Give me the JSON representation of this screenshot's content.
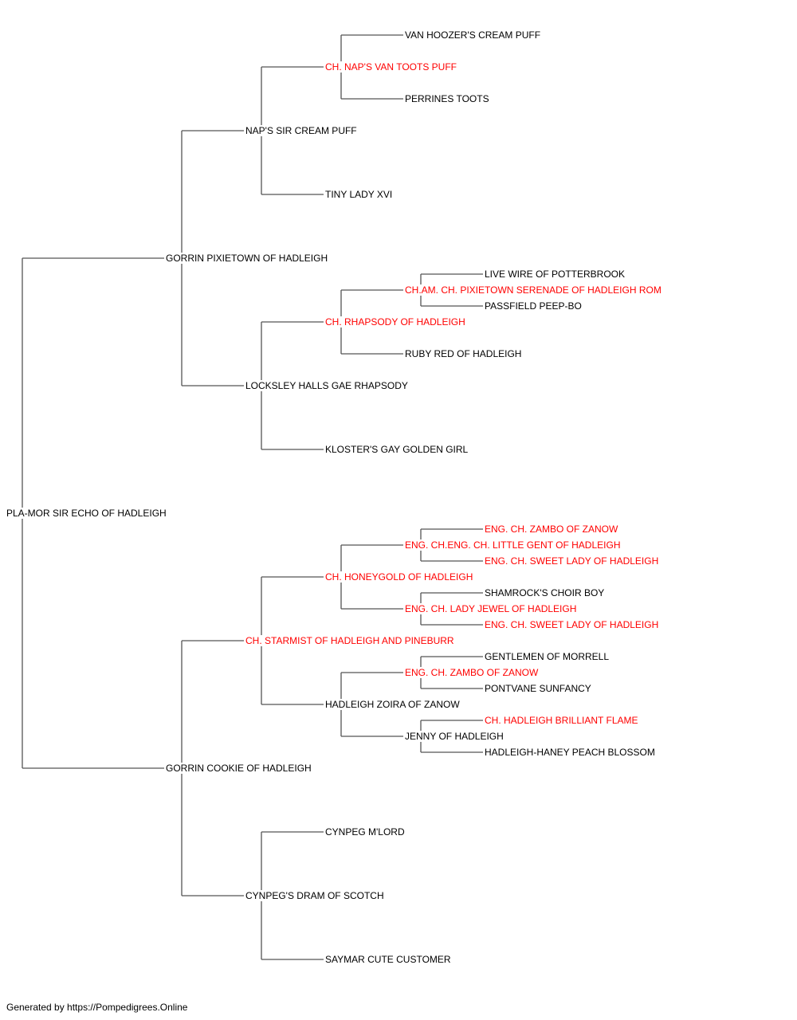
{
  "colors": {
    "line": "#555555",
    "text": "#000000",
    "champion": "#ff0000"
  },
  "footer": "Generated by https://Pompedigrees.Online",
  "pedigree": {
    "name": "PLA-MOR SIR ECHO OF HADLEIGH",
    "sire": {
      "name": "GORRIN PIXIETOWN OF HADLEIGH",
      "sire": {
        "name": "NAP'S SIR CREAM PUFF",
        "sire": {
          "name": "CH. NAP'S VAN TOOTS PUFF",
          "champion": true,
          "sire": {
            "name": "VAN HOOZER'S CREAM PUFF"
          },
          "dam": {
            "name": "PERRINES TOOTS"
          }
        },
        "dam": {
          "name": "TINY LADY XVI"
        }
      },
      "dam": {
        "name": "LOCKSLEY HALLS GAE RHAPSODY",
        "sire": {
          "name": "CH. RHAPSODY OF HADLEIGH",
          "champion": true,
          "sire": {
            "name": "CH.AM. CH. PIXIETOWN SERENADE OF HADLEIGH ROM",
            "champion": true,
            "sire": {
              "name": "LIVE WIRE OF POTTERBROOK"
            },
            "dam": {
              "name": "PASSFIELD PEEP-BO"
            }
          },
          "dam": {
            "name": "RUBY RED OF HADLEIGH"
          }
        },
        "dam": {
          "name": "KLOSTER'S GAY GOLDEN GIRL"
        }
      }
    },
    "dam": {
      "name": "GORRIN COOKIE OF HADLEIGH",
      "sire": {
        "name": "CH. STARMIST OF HADLEIGH AND PINEBURR",
        "champion": true,
        "sire": {
          "name": "CH. HONEYGOLD OF HADLEIGH",
          "champion": true,
          "sire": {
            "name": "ENG. CH.ENG. CH. LITTLE GENT OF HADLEIGH",
            "champion": true,
            "sire": {
              "name": "ENG. CH. ZAMBO OF ZANOW",
              "champion": true
            },
            "dam": {
              "name": "ENG. CH. SWEET LADY OF HADLEIGH",
              "champion": true
            }
          },
          "dam": {
            "name": "ENG. CH. LADY JEWEL OF HADLEIGH",
            "champion": true,
            "sire": {
              "name": "SHAMROCK'S CHOIR BOY"
            },
            "dam": {
              "name": "ENG. CH. SWEET LADY OF HADLEIGH",
              "champion": true
            }
          }
        },
        "dam": {
          "name": "HADLEIGH ZOIRA OF ZANOW",
          "sire": {
            "name": "ENG. CH. ZAMBO OF ZANOW",
            "champion": true,
            "sire": {
              "name": "GENTLEMEN OF MORRELL"
            },
            "dam": {
              "name": "PONTVANE SUNFANCY"
            }
          },
          "dam": {
            "name": "JENNY OF HADLEIGH",
            "sire": {
              "name": "CH. HADLEIGH BRILLIANT FLAME",
              "champion": true
            },
            "dam": {
              "name": "HADLEIGH-HANEY PEACH BLOSSOM"
            }
          }
        }
      },
      "dam": {
        "name": "CYNPEG'S DRAM OF SCOTCH",
        "sire": {
          "name": "CYNPEG M'LORD"
        },
        "dam": {
          "name": "SAYMAR CUTE CUSTOMER"
        }
      }
    }
  }
}
